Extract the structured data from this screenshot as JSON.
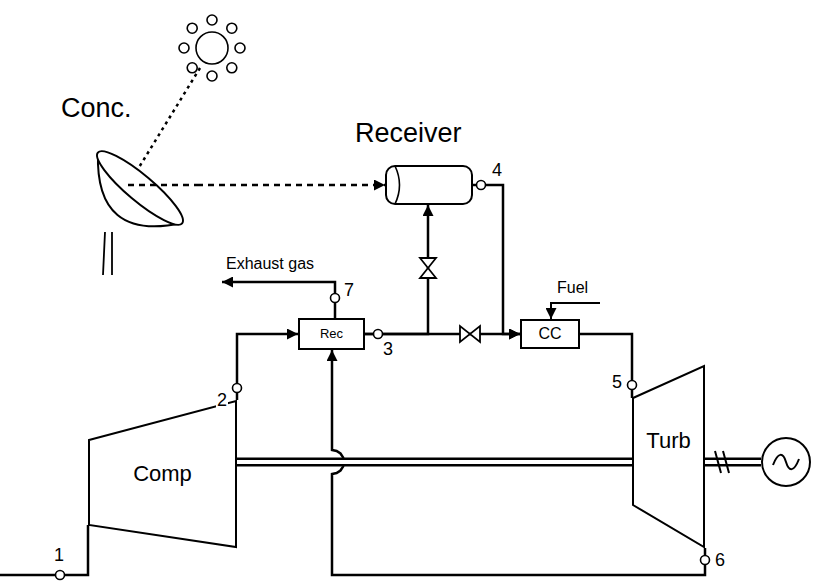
{
  "diagram": {
    "nodes": [
      {
        "text": [
          "Conc."
        ]
      },
      {
        "text": [
          "Receiver"
        ]
      },
      {
        "text": [
          "Rec"
        ]
      },
      {
        "text": [
          "CC"
        ]
      },
      {
        "text": [
          "Comp"
        ]
      },
      {
        "text": [
          "Turb"
        ]
      }
    ],
    "edges": [
      {
        "from": 0,
        "to": 1,
        "arrow": "to"
      },
      {
        "from": 4,
        "to": 2,
        "arrow": "to"
      },
      {
        "from": 2,
        "to": 1,
        "arrow": "to"
      },
      {
        "from": 2,
        "to": 3,
        "arrow": "to"
      },
      {
        "from": 1,
        "to": 3,
        "arrow": "to"
      },
      {
        "from": 3,
        "to": 5,
        "arrow": "none"
      },
      {
        "from": 5,
        "to": 2,
        "arrow": "to"
      },
      {
        "from": 4,
        "to": 5,
        "arrow": "none"
      }
    ],
    "labels": [
      "4",
      "Exhaust gas",
      "Fuel",
      "7",
      "3",
      "5",
      "2",
      "1",
      "6"
    ]
  }
}
